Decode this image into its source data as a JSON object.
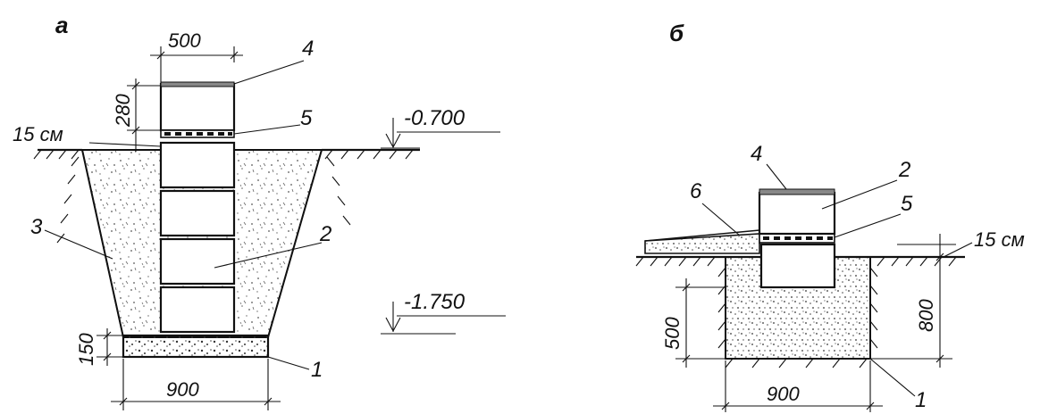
{
  "panels": {
    "a": {
      "letter": "а",
      "dims": {
        "width_top": "500",
        "block_height": "280",
        "gap": "15 см",
        "pad_height": "150",
        "base_width": "900"
      },
      "levels": {
        "upper": "-0.700",
        "lower": "-1.750"
      },
      "callouts": {
        "c1": "1",
        "c2": "2",
        "c3": "3",
        "c4": "4",
        "c5": "5"
      }
    },
    "b": {
      "letter": "б",
      "dims": {
        "gap": "15 см",
        "pad_height": "500",
        "total_height": "800",
        "base_width": "900"
      },
      "callouts": {
        "c1": "1",
        "c2": "2",
        "c4": "4",
        "c5": "5",
        "c6": "6"
      }
    }
  }
}
